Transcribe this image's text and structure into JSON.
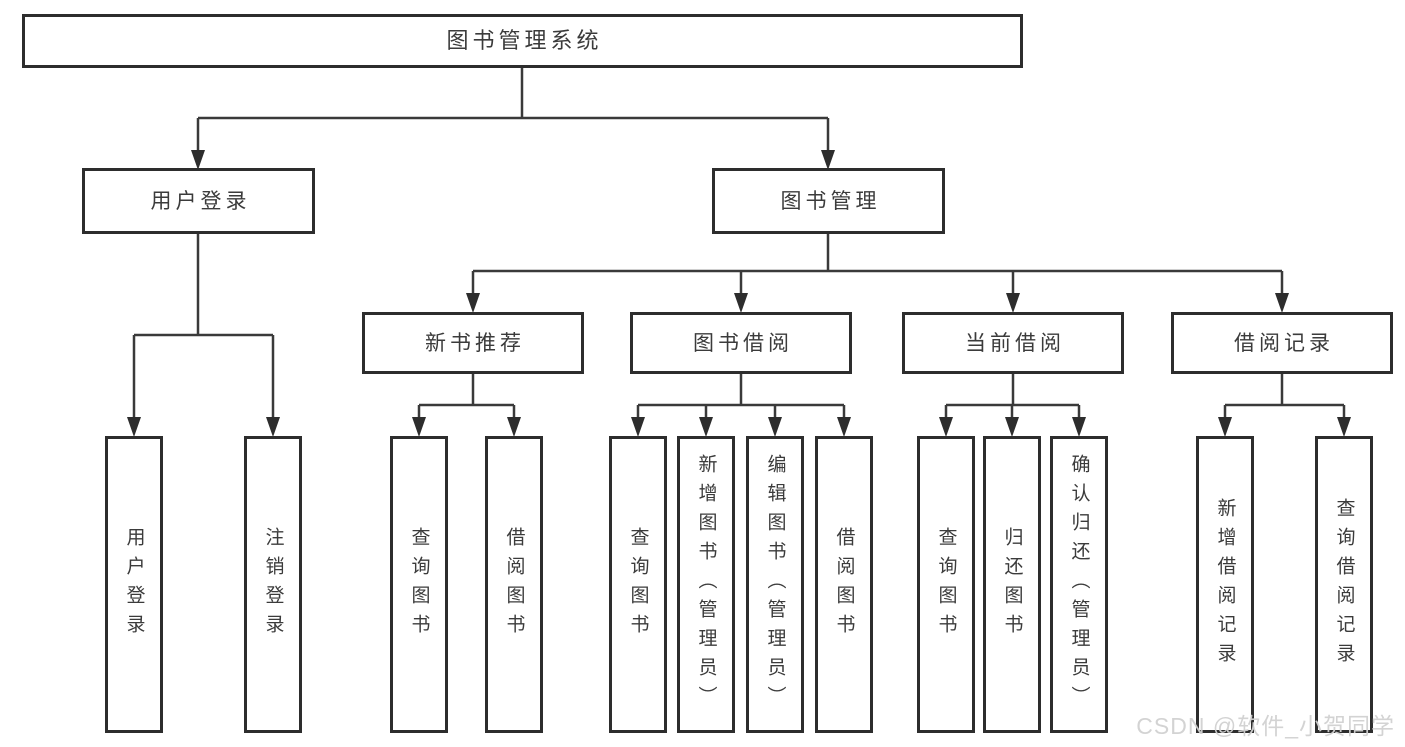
{
  "tree": {
    "root": {
      "label": "图书管理系统"
    },
    "branches": [
      {
        "label": "用户登录",
        "children": [
          {
            "label": "用户登录"
          },
          {
            "label": "注销登录"
          }
        ]
      },
      {
        "label": "图书管理",
        "children": [
          {
            "label": "新书推荐",
            "children": [
              {
                "label": "查询图书"
              },
              {
                "label": "借阅图书"
              }
            ]
          },
          {
            "label": "图书借阅",
            "children": [
              {
                "label": "查询图书"
              },
              {
                "label": "新增图书（管理员）"
              },
              {
                "label": "编辑图书（管理员）"
              },
              {
                "label": "借阅图书"
              }
            ]
          },
          {
            "label": "当前借阅",
            "children": [
              {
                "label": "查询图书"
              },
              {
                "label": "归还图书"
              },
              {
                "label": "确认归还（管理员）"
              }
            ]
          },
          {
            "label": "借阅记录",
            "children": [
              {
                "label": "新增借阅记录"
              },
              {
                "label": "查询借阅记录"
              }
            ]
          }
        ]
      }
    ]
  },
  "watermark": {
    "text": "CSDN @软件_小贺同学"
  },
  "colors": {
    "background": "#ffffff",
    "box_border": "#2d2d2d",
    "connector_line": "#3a3a3a",
    "text": "#3b3b3b",
    "watermark": "#d1d1d1"
  }
}
